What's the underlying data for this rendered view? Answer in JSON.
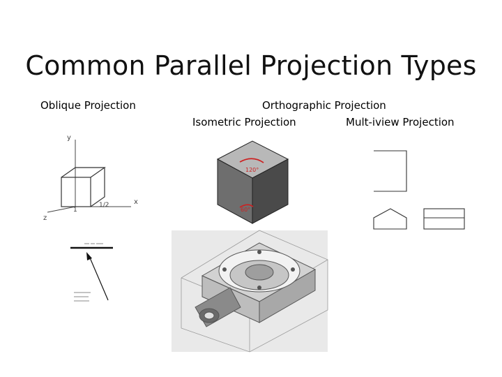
{
  "slide": {
    "title": "Common Parallel Projection Types"
  },
  "labels": {
    "oblique": "Oblique Projection",
    "orthographic": "Orthographic Projection",
    "isometric": "Isometric Projection",
    "multiview": "Mult-iview Projection"
  },
  "oblique_diagram": {
    "axis_y": "y",
    "axis_x": "x",
    "axis_z": "z",
    "tick_1": "1",
    "tick_half": "1/2"
  },
  "iso_cube": {
    "angle_top": "120°",
    "angle_bottom": "60°"
  },
  "colors": {
    "cube_front": "#6e6e6e",
    "cube_top": "#b8b8b8",
    "cube_right": "#4a4a4a",
    "arrow": "#cc2222",
    "machine_bg": "#e9e9e9"
  }
}
